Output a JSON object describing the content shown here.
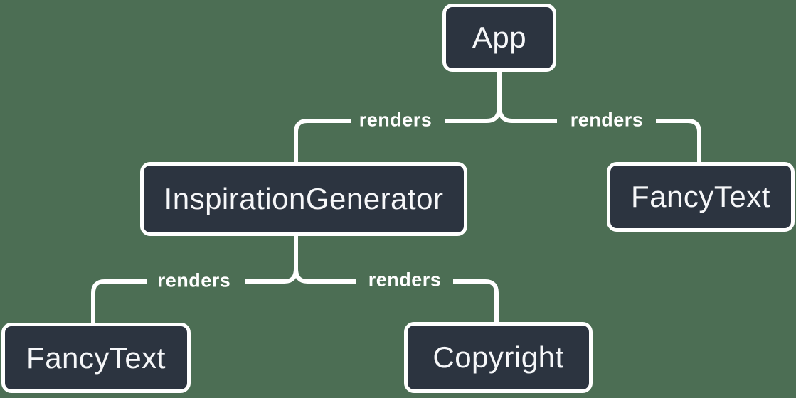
{
  "diagram": {
    "type": "component-render-tree",
    "colors": {
      "background": "#4c6e54",
      "node-fill": "#2c3440",
      "node-border": "#ffffff",
      "line": "#ffffff",
      "text": "#f6f7f9"
    },
    "nodes": [
      {
        "id": "app",
        "label": "App"
      },
      {
        "id": "inspiration-generator",
        "label": "InspirationGenerator"
      },
      {
        "id": "fancy-text-top",
        "label": "FancyText"
      },
      {
        "id": "fancy-text-bottom",
        "label": "FancyText"
      },
      {
        "id": "copyright",
        "label": "Copyright"
      }
    ],
    "edges": [
      {
        "from": "App",
        "to": "InspirationGenerator",
        "label": "renders"
      },
      {
        "from": "App",
        "to": "FancyText",
        "label": "renders"
      },
      {
        "from": "InspirationGenerator",
        "to": "FancyText",
        "label": "renders"
      },
      {
        "from": "InspirationGenerator",
        "to": "Copyright",
        "label": "renders"
      }
    ]
  }
}
